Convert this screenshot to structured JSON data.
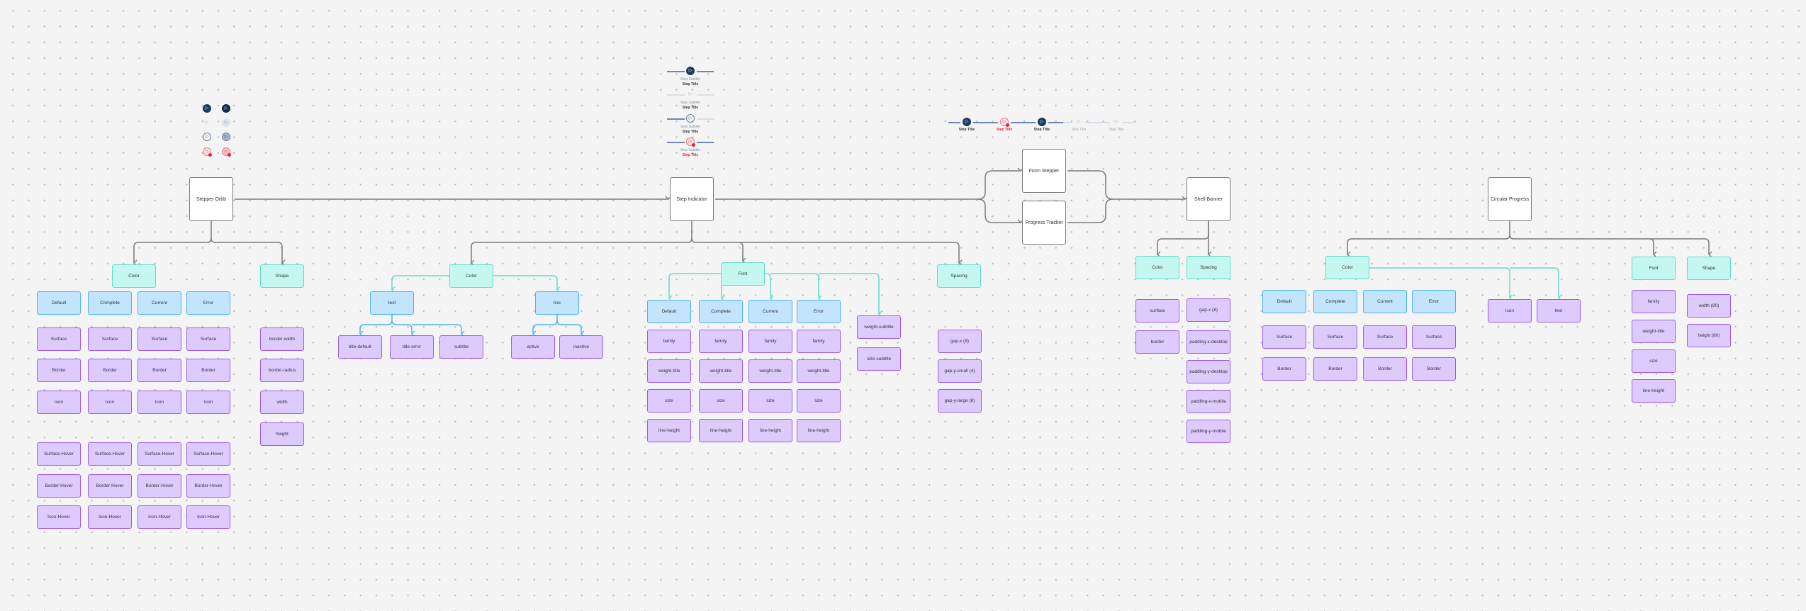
{
  "colors": {
    "navy": "#1b3a63",
    "error": "#e0243b",
    "teal": "#5fdccb",
    "blue": "#4cb3f5",
    "purple": "#9a5cf5",
    "connector": "#7a7a7a"
  },
  "orb_icons": [
    "play-icon",
    "play-icon",
    "play-icon",
    "play-icon"
  ],
  "step_preview": {
    "subtitle": "Step Subtitle",
    "title": "Step Title",
    "vertical": [
      {
        "state": "complete",
        "subtitle": "Step Subtitle",
        "title": "Step Title"
      },
      {
        "state": "default",
        "subtitle": "Step Subtitle",
        "title": "Step Title"
      },
      {
        "state": "current",
        "subtitle": "Step Subtitle",
        "title": "Step Title"
      },
      {
        "state": "error",
        "subtitle": "Step Subtitle",
        "title": "Step Title"
      }
    ],
    "horizontal": [
      {
        "state": "complete",
        "title": "Step Title"
      },
      {
        "state": "error",
        "title": "Step Title"
      },
      {
        "state": "complete",
        "title": "Step Title"
      },
      {
        "state": "default",
        "title": "Step Title"
      },
      {
        "state": "default",
        "title": "Step Title"
      }
    ]
  },
  "stepper_orbb": {
    "title": "Stepper Orbb",
    "color": {
      "label": "Color",
      "states": [
        "Default",
        "Complete",
        "Current",
        "Error"
      ],
      "tokens": [
        "Surface",
        "Border",
        "Icon"
      ],
      "hover_tokens": [
        "Surface-Hover",
        "Border-Hover",
        "Icon-Hover"
      ]
    },
    "shape": {
      "label": "Shape",
      "tokens": [
        "border-width",
        "border-radius",
        "width",
        "height"
      ]
    }
  },
  "step_indicator": {
    "title": "Step Indicator",
    "color": {
      "label": "Color",
      "text": {
        "label": "text",
        "tokens": [
          "title-default",
          "title-error",
          "subtitle"
        ]
      },
      "line": {
        "label": "line",
        "tokens": [
          "active",
          "inactive"
        ]
      }
    },
    "font": {
      "label": "Font",
      "states": [
        "Default",
        "Complete",
        "Current",
        "Error"
      ],
      "tokens": [
        "family",
        "weight-title",
        "size",
        "line-height"
      ],
      "subtitle_tokens": [
        "weight-subtitle",
        "size-subtitle"
      ]
    },
    "spacing": {
      "label": "Spacing",
      "tokens": [
        "gap-x (8)",
        "gap-y-small (4)",
        "gap-y-large (8)"
      ]
    }
  },
  "form_stepper": {
    "title": "Form Stepper"
  },
  "progress_tracker": {
    "title": "Progress Tracker"
  },
  "shell_banner": {
    "title": "Shell Banner",
    "color": {
      "label": "Color",
      "tokens": [
        "surface",
        "border"
      ]
    },
    "spacing": {
      "label": "Spacing",
      "tokens": [
        "gap-x (8)",
        "padding-x-desktop",
        "padding-y-desktop",
        "padding-x-mobile",
        "padding-y-mobile"
      ]
    }
  },
  "circular_progress": {
    "title": "Circular Progress",
    "color": {
      "label": "Color",
      "states": [
        "Default",
        "Complete",
        "Current",
        "Error"
      ],
      "tokens": [
        "Surface",
        "Border"
      ],
      "extra_tokens": [
        "icon",
        "text"
      ]
    },
    "font": {
      "label": "Font",
      "tokens": [
        "family",
        "weight-title",
        "size",
        "line-height"
      ]
    },
    "shape": {
      "label": "Shape",
      "tokens": [
        "width (80)",
        "height (80)"
      ]
    }
  }
}
